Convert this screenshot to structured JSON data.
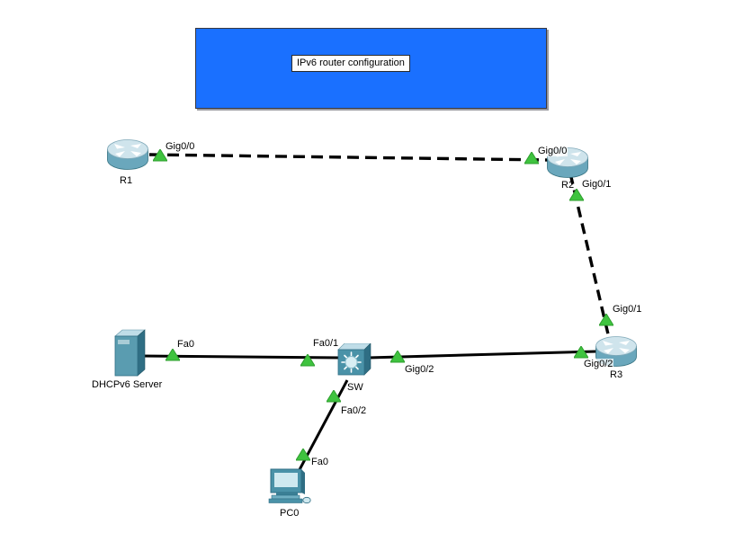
{
  "note": {
    "label": "IPv6 router configuration"
  },
  "devices": [
    {
      "id": "R1",
      "type": "router",
      "label": "R1"
    },
    {
      "id": "R2",
      "type": "router",
      "label": "R2"
    },
    {
      "id": "R3",
      "type": "router",
      "label": "R3"
    },
    {
      "id": "SW",
      "type": "switch",
      "label": "SW"
    },
    {
      "id": "DHCPv6Server",
      "type": "server",
      "label": "DHCPv6 Server"
    },
    {
      "id": "PC0",
      "type": "pc",
      "label": "PC0"
    }
  ],
  "links": [
    {
      "from": "R1",
      "from_if": "Gig0/0",
      "to": "R2",
      "to_if": "Gig0/0",
      "style": "dashed",
      "status": "up"
    },
    {
      "from": "R2",
      "from_if": "Gig0/1",
      "to": "R3",
      "to_if": "Gig0/1",
      "style": "dashed",
      "status": "up"
    },
    {
      "from": "DHCPv6 Server",
      "from_if": "Fa0",
      "to": "SW",
      "to_if": "Fa0/1",
      "style": "solid",
      "status": "up"
    },
    {
      "from": "SW",
      "from_if": "Gig0/2",
      "to": "R3",
      "to_if": "Gig0/2",
      "style": "solid",
      "status": "up"
    },
    {
      "from": "SW",
      "from_if": "Fa0/2",
      "to": "PC0",
      "to_if": "Fa0",
      "style": "solid",
      "status": "up"
    }
  ],
  "colors": {
    "note_fill": "#1a70ff",
    "link_line": "#000000",
    "link_up_indicator": "#3fc33f",
    "device_front": "#4a92a8",
    "device_top": "#cfe4ec",
    "device_side": "#2f6e84"
  }
}
